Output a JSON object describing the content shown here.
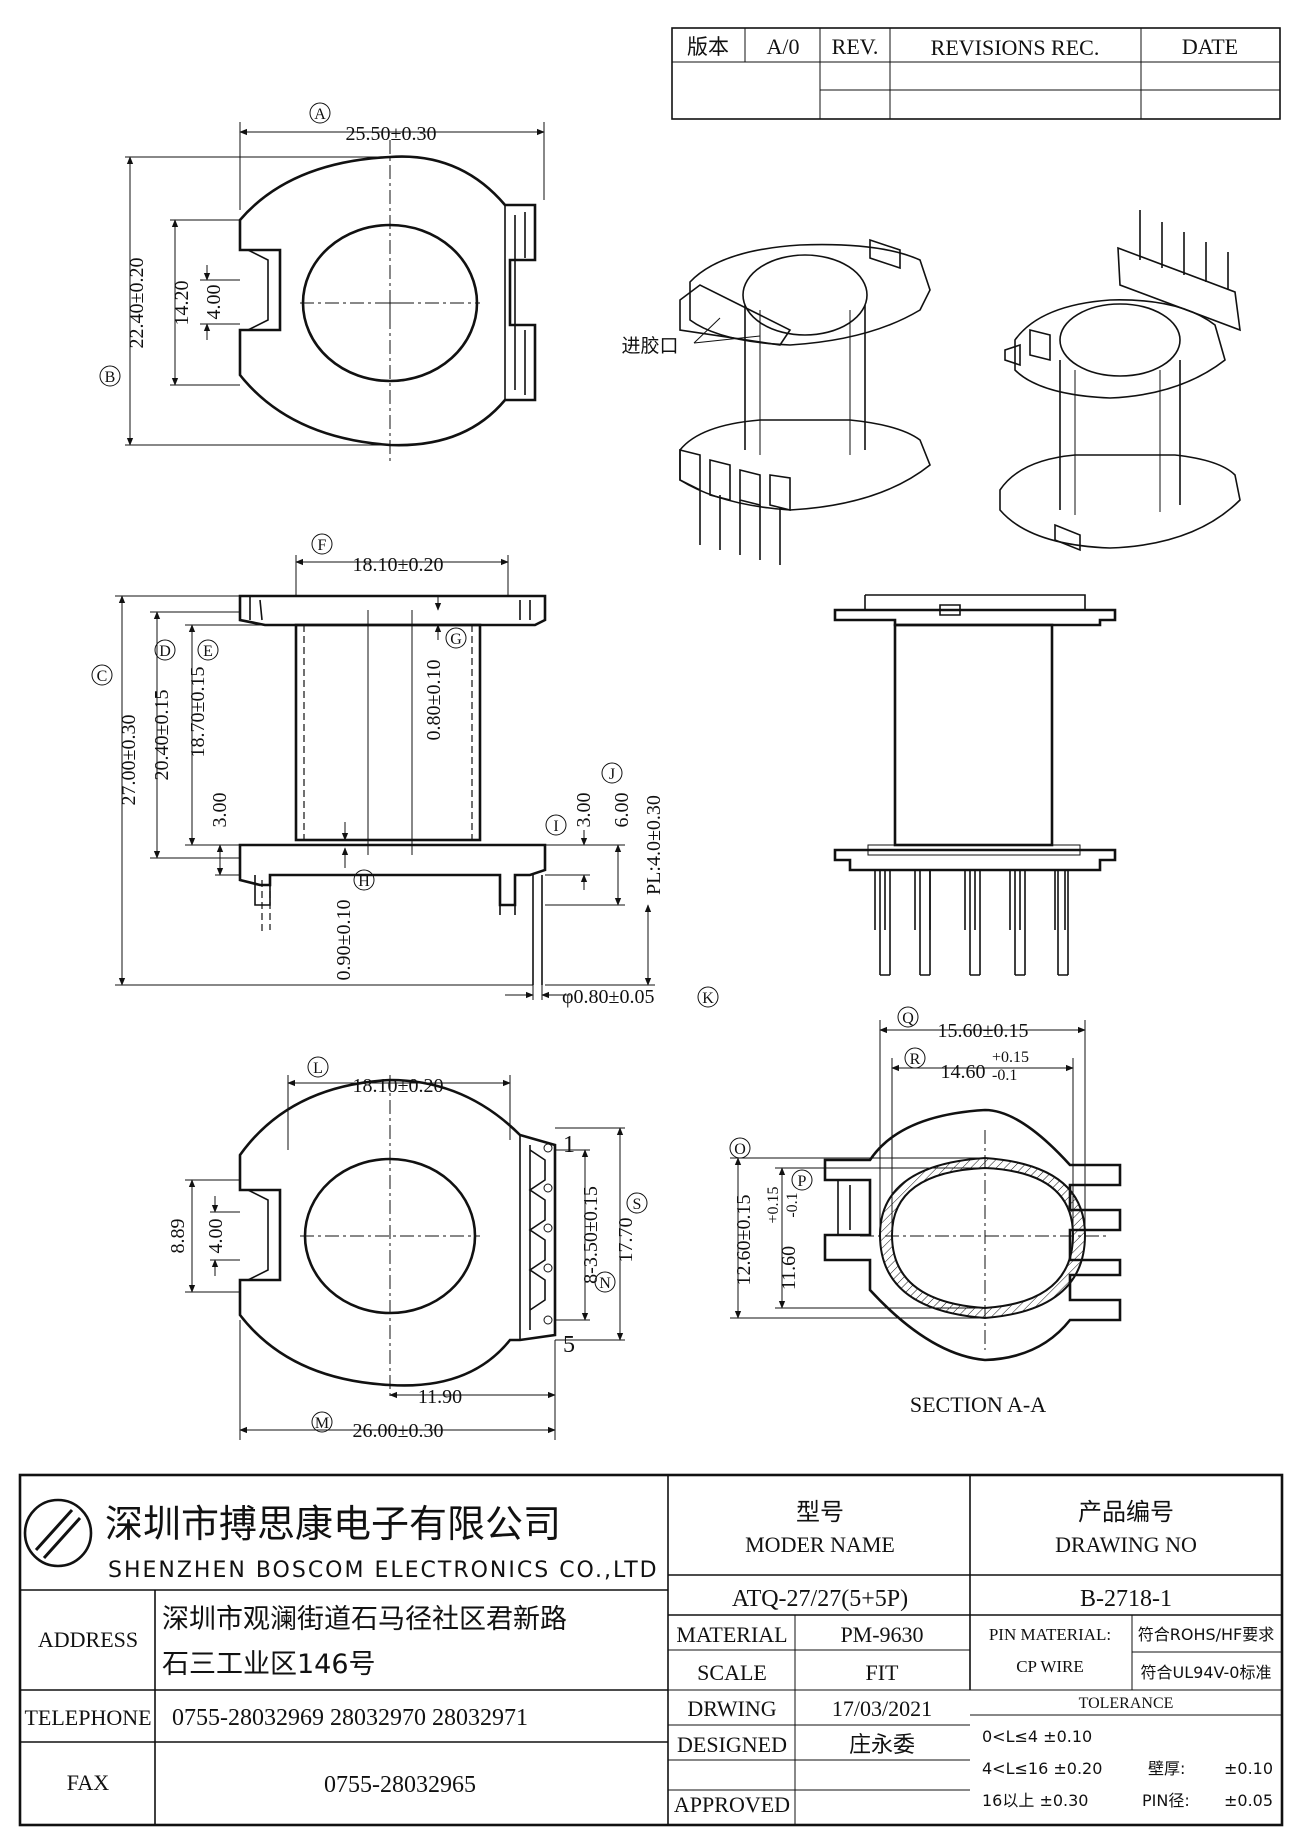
{
  "revision_table": {
    "version_label": "版本",
    "version_value": "A/0",
    "rev_label": "REV.",
    "rec_label": "REVISIONS REC.",
    "date_label": "DATE"
  },
  "top_view": {
    "A": "A",
    "A_dim": "25.50±0.30",
    "B": "B",
    "B_dim": "22.40±0.20",
    "dim_14_20": "14.20",
    "dim_4_00": "4.00"
  },
  "iso_views": {
    "gate_label": "进胶口"
  },
  "front_view": {
    "F": "F",
    "F_dim": "18.10±0.20",
    "C": "C",
    "C_dim": "27.00±0.30",
    "D": "D",
    "D_dim": "20.40±0.15",
    "E": "E",
    "E_dim": "18.70±0.15",
    "G": "G",
    "G_dim": "0.80±0.10",
    "H": "H",
    "H_dim": "0.90±0.10",
    "I": "I",
    "I_dim": "3.00",
    "J": "J",
    "J_dim": "6.00",
    "PL": "PL:4.0±0.30",
    "left_3_00": "3.00",
    "K": "K",
    "K_dim": "φ0.80±0.05"
  },
  "bottom_view": {
    "L": "L",
    "L_dim": "18.10±0.20",
    "M": "M",
    "M_dim": "26.00±0.30",
    "N": "N",
    "N_dim": "8-3.50±0.15",
    "S": "S",
    "S_dim": "17.70",
    "dim_8_89": "8.89",
    "dim_4_00": "4.00",
    "dim_11_90": "11.90",
    "pin1": "1",
    "pin5": "5"
  },
  "section_view": {
    "Q": "Q",
    "Q_dim": "15.60±0.15",
    "R": "R",
    "R_dim": "14.60",
    "R_tol_up": "+0.15",
    "R_tol_dn": "-0.1",
    "O": "O",
    "O_dim": "12.60±0.15",
    "P": "P",
    "P_dim": "11.60",
    "P_tol_up": "+0.15",
    "P_tol_dn": "-0.1",
    "caption": "SECTION A-A"
  },
  "title_block": {
    "company_cn": "深圳市搏思康电子有限公司",
    "company_en": "SHENZHEN BOSCOM ELECTRONICS CO.,LTD",
    "model_cn": "型号",
    "model_en": "MODER NAME",
    "model_value": "ATQ-27/27(5+5P)",
    "drawing_cn": "产品编号",
    "drawing_en": "DRAWING NO",
    "drawing_value": "B-2718-1",
    "address_label": "ADDRESS",
    "address_line1": "深圳市观澜街道石马径社区君新路",
    "address_line2": "石三工业区146号",
    "telephone_label": "TELEPHONE",
    "telephone_value": "0755-28032969 28032970 28032971",
    "fax_label": "FAX",
    "fax_value": "0755-28032965",
    "material_label": "MATERIAL",
    "material_value": "PM-9630",
    "scale_label": "SCALE",
    "scale_value": "FIT",
    "drawing_label": "DRWING",
    "drawing_date": "17/03/2021",
    "designed_label": "DESIGNED",
    "designed_value": "庄永委",
    "approved_label": "APPROVED",
    "pin_material_label": "PIN MATERIAL:",
    "pin_material_value": "CP WIRE",
    "rohs": "符合ROHS/HF要求",
    "ul": "符合UL94V-0标准",
    "tolerance_label": "TOLERANCE",
    "tol1": "0<L≤4  ±0.10",
    "tol2": "4<L≤16  ±0.20",
    "tol3": "16以上     ±0.30",
    "wall_label": "壁厚:",
    "wall_value": "±0.10",
    "pin_dia_label": "PIN径:",
    "pin_dia_value": "±0.05"
  }
}
